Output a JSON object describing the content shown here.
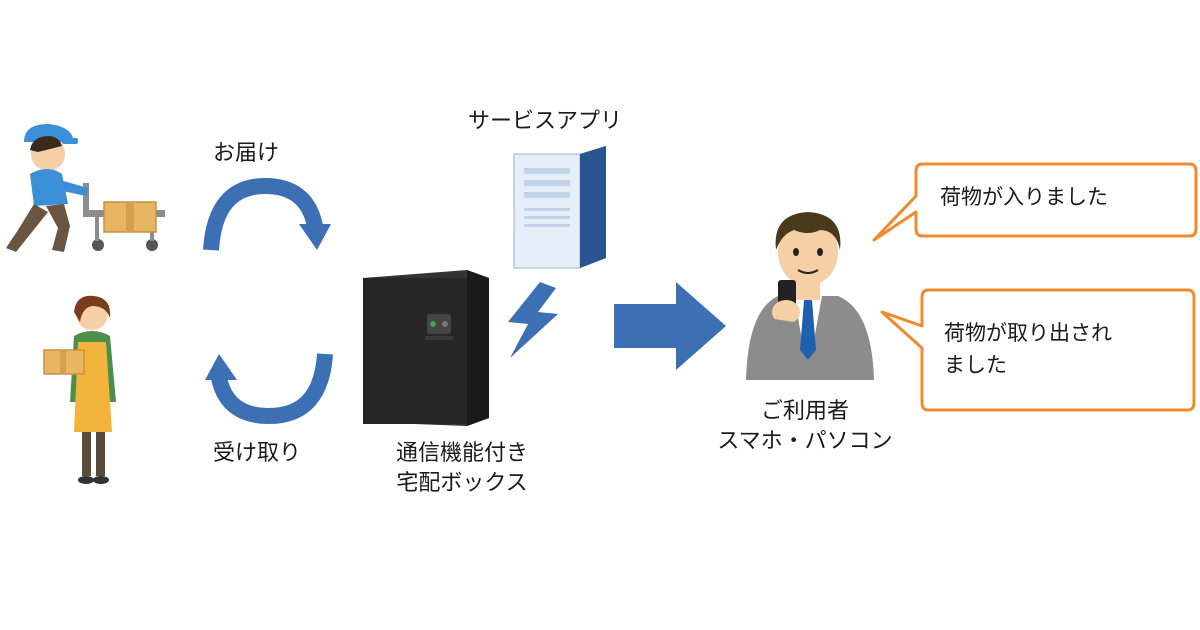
{
  "labels": {
    "delivery": "お届け",
    "pickup": "受け取り",
    "service_app": "サービスアプリ",
    "box_line1": "通信機能付き",
    "box_line2": "宅配ボックス",
    "user_line1": "ご利用者",
    "user_line2": "スマホ・パソコン"
  },
  "bubbles": {
    "arrived": "荷物が入りました",
    "taken_line1": "荷物が取り出され",
    "taken_line2": "ました"
  },
  "colors": {
    "arrow_blue": "#3c6fb3",
    "bubble_orange": "#f08a2c",
    "box_black": "#222222"
  },
  "icons": {
    "courier": "delivery-person-icon",
    "recipient": "recipient-person-icon",
    "server": "server-icon",
    "signal": "lightning-signal-icon",
    "box": "delivery-box-icon",
    "user": "businessman-phone-icon"
  }
}
